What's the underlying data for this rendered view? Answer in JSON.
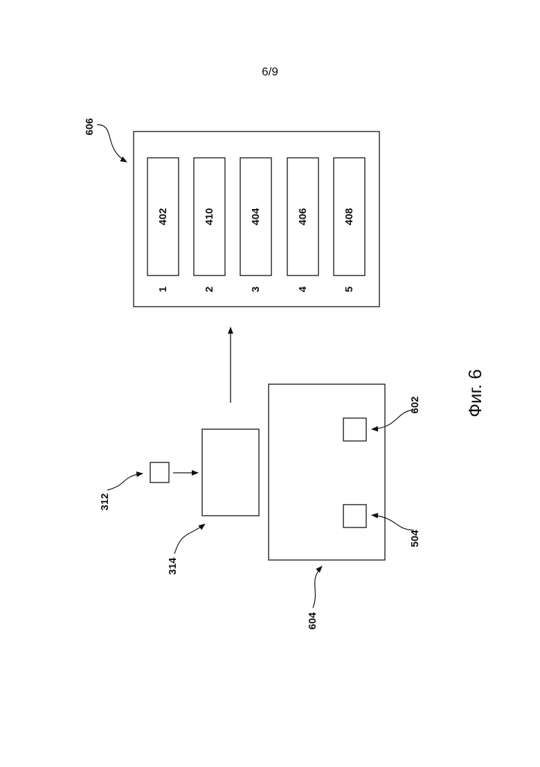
{
  "sheet": {
    "page_number": "6/9"
  },
  "figure": {
    "caption": "Фиг. 6"
  },
  "labels": {
    "outer_box": "606",
    "lower_box": "604",
    "small_input_box": "312",
    "middle_box": "314",
    "square_a": "602",
    "square_b": "504"
  },
  "columns": [
    {
      "index": "1",
      "ref": "402"
    },
    {
      "index": "2",
      "ref": "410"
    },
    {
      "index": "3",
      "ref": "404"
    },
    {
      "index": "4",
      "ref": "406"
    },
    {
      "index": "5",
      "ref": "408"
    }
  ]
}
